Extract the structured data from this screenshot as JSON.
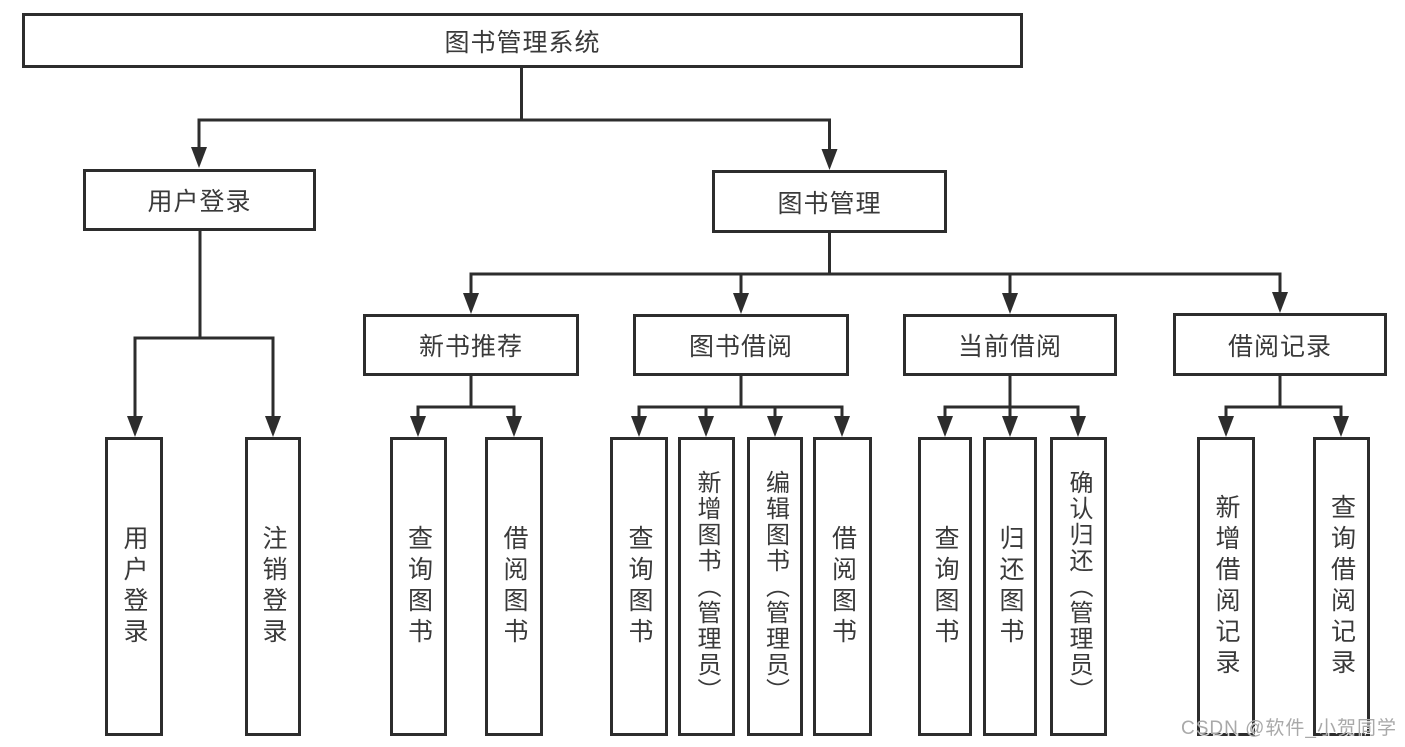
{
  "diagram": {
    "root": {
      "label": "图书管理系统"
    },
    "level2": [
      {
        "label": "用户登录"
      },
      {
        "label": "图书管理"
      }
    ],
    "level3": [
      {
        "label": "新书推荐"
      },
      {
        "label": "图书借阅"
      },
      {
        "label": "当前借阅"
      },
      {
        "label": "借阅记录"
      }
    ],
    "leaves": {
      "login": [
        "用户登录",
        "注销登录"
      ],
      "newbook": [
        "查询图书",
        "借阅图书"
      ],
      "borrow": [
        "查询图书",
        "新增图书（管理员）",
        "编辑图书（管理员）",
        "借阅图书"
      ],
      "current": [
        "查询图书",
        "归还图书",
        "确认归还（管理员）"
      ],
      "records": [
        "新增借阅记录",
        "查询借阅记录"
      ]
    }
  },
  "watermark": "CSDN @软件_小贺同学",
  "colors": {
    "line": "#2d2d2d",
    "text": "#3a3a3a",
    "watermark": "#a9a9a9",
    "background": "#ffffff"
  }
}
